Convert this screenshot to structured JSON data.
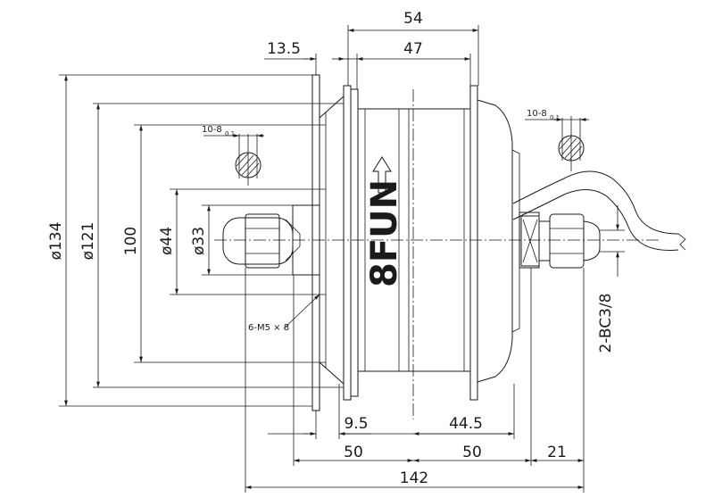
{
  "drawing": {
    "dimensions": {
      "overall_width": "54",
      "inner_width": "47",
      "flange_offset": "13.5",
      "dia_134": "ø134",
      "dia_121": "ø121",
      "bolt_circle": "100",
      "dia_44": "ø44",
      "dia_33": "ø33",
      "offset_9_5": "9.5",
      "offset_44_5": "44.5",
      "left_half": "50",
      "right_half": "50",
      "axle_ext": "21",
      "total_length": "142"
    },
    "flat_left": "10-8",
    "flat_right": "10-8",
    "flat_sub": "0.1",
    "thread": "2-BC3/8",
    "screws": "6-M5 × 8",
    "logo": "8FUN"
  }
}
